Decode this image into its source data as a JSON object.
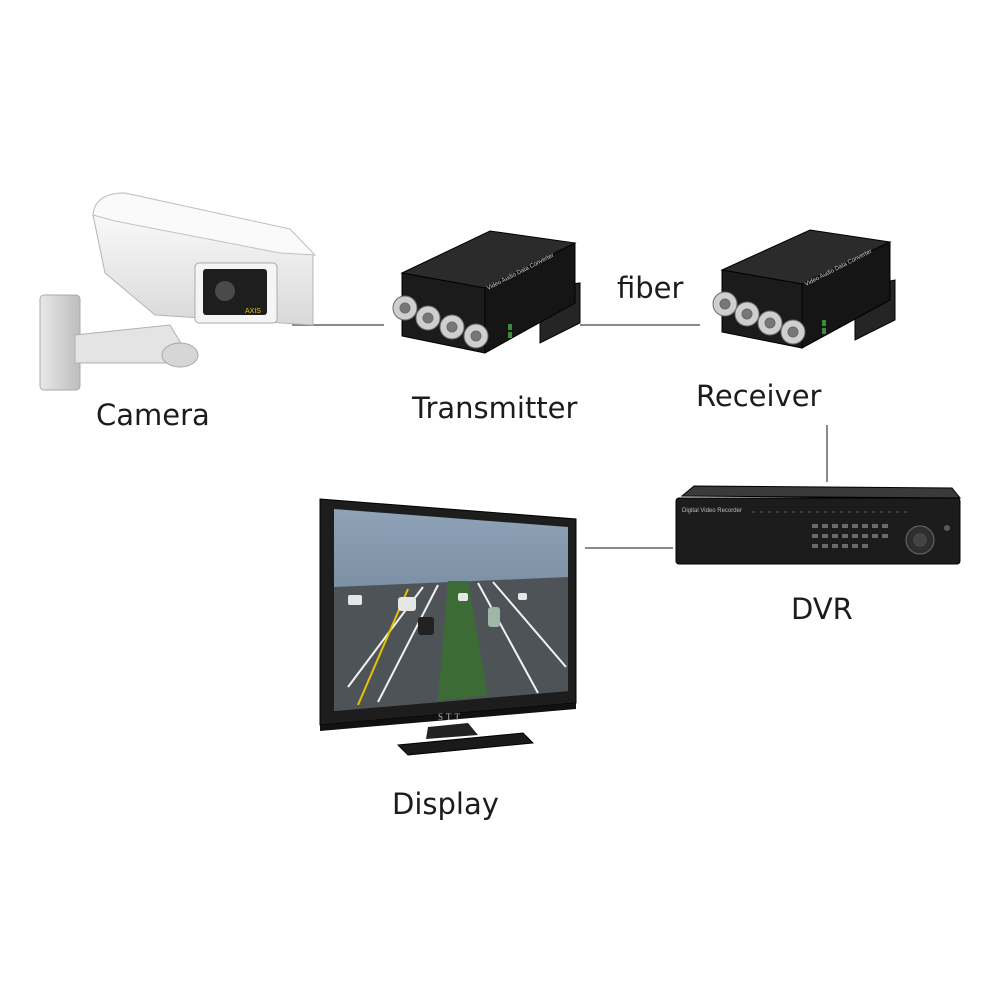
{
  "labels": {
    "camera": "Camera",
    "transmitter": "Transmitter",
    "fiber": "fiber",
    "receiver": "Receiver",
    "dvr": "DVR",
    "display": "Display"
  },
  "camera_brand": "AXIS",
  "monitor_brand": "STT",
  "device_panel_text": "Video Audio Data Converter",
  "dvr_panel_text": "Digital Video Recorder",
  "colors": {
    "device_body": "#1b1b1b",
    "connector_metal": "#c9c9c9",
    "connection_line": "#8a8a8a",
    "camera_housing": "#f2f2f2"
  }
}
